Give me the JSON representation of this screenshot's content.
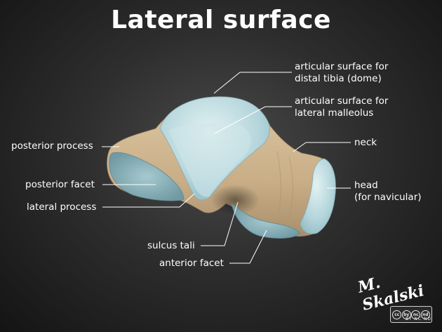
{
  "title": "Lateral surface",
  "labels": {
    "dome": [
      "articular surface for",
      "distal tibia (dome)"
    ],
    "malleolus": [
      "articular surface for",
      "lateral malleolus"
    ],
    "neck": "neck",
    "head": [
      "head",
      "(for navicular)"
    ],
    "posterior_process": "posterior process",
    "posterior_facet": "posterior facet",
    "lateral_process": "lateral process",
    "sulcus_tali": "sulcus tali",
    "anterior_facet": "anterior facet"
  },
  "signature": "M. Skalski",
  "license": {
    "icons": [
      "cc",
      "by",
      "nc",
      "nd"
    ],
    "text": "BY NC ND"
  },
  "colors": {
    "bone": "#cdb48f",
    "cartilage": "#a9cfd6",
    "leader_line": "#ffffff"
  }
}
